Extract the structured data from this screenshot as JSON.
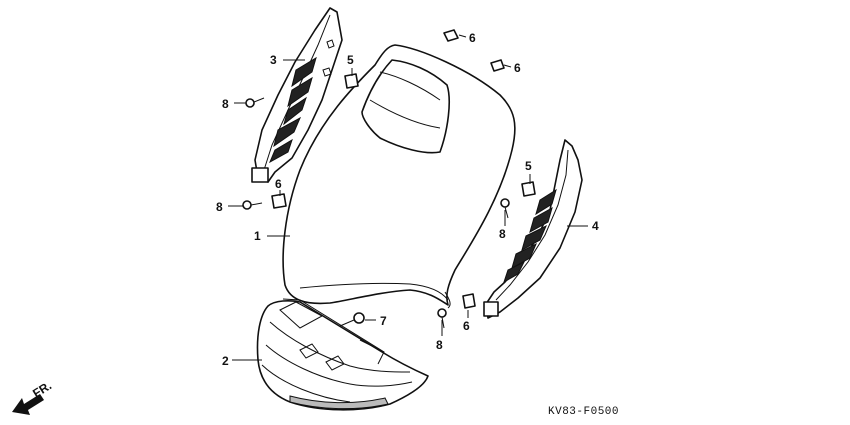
{
  "callouts": {
    "c1": "1",
    "c2": "2",
    "c3": "3",
    "c4": "4",
    "c5a": "5",
    "c5b": "5",
    "c6a": "6",
    "c6b": "6",
    "c6c": "6",
    "c6d": "6",
    "c7": "7",
    "c8a": "8",
    "c8b": "8",
    "c8c": "8",
    "c8d": "8"
  },
  "direction_label": "FR.",
  "diagram_code": "KV83-F0500"
}
